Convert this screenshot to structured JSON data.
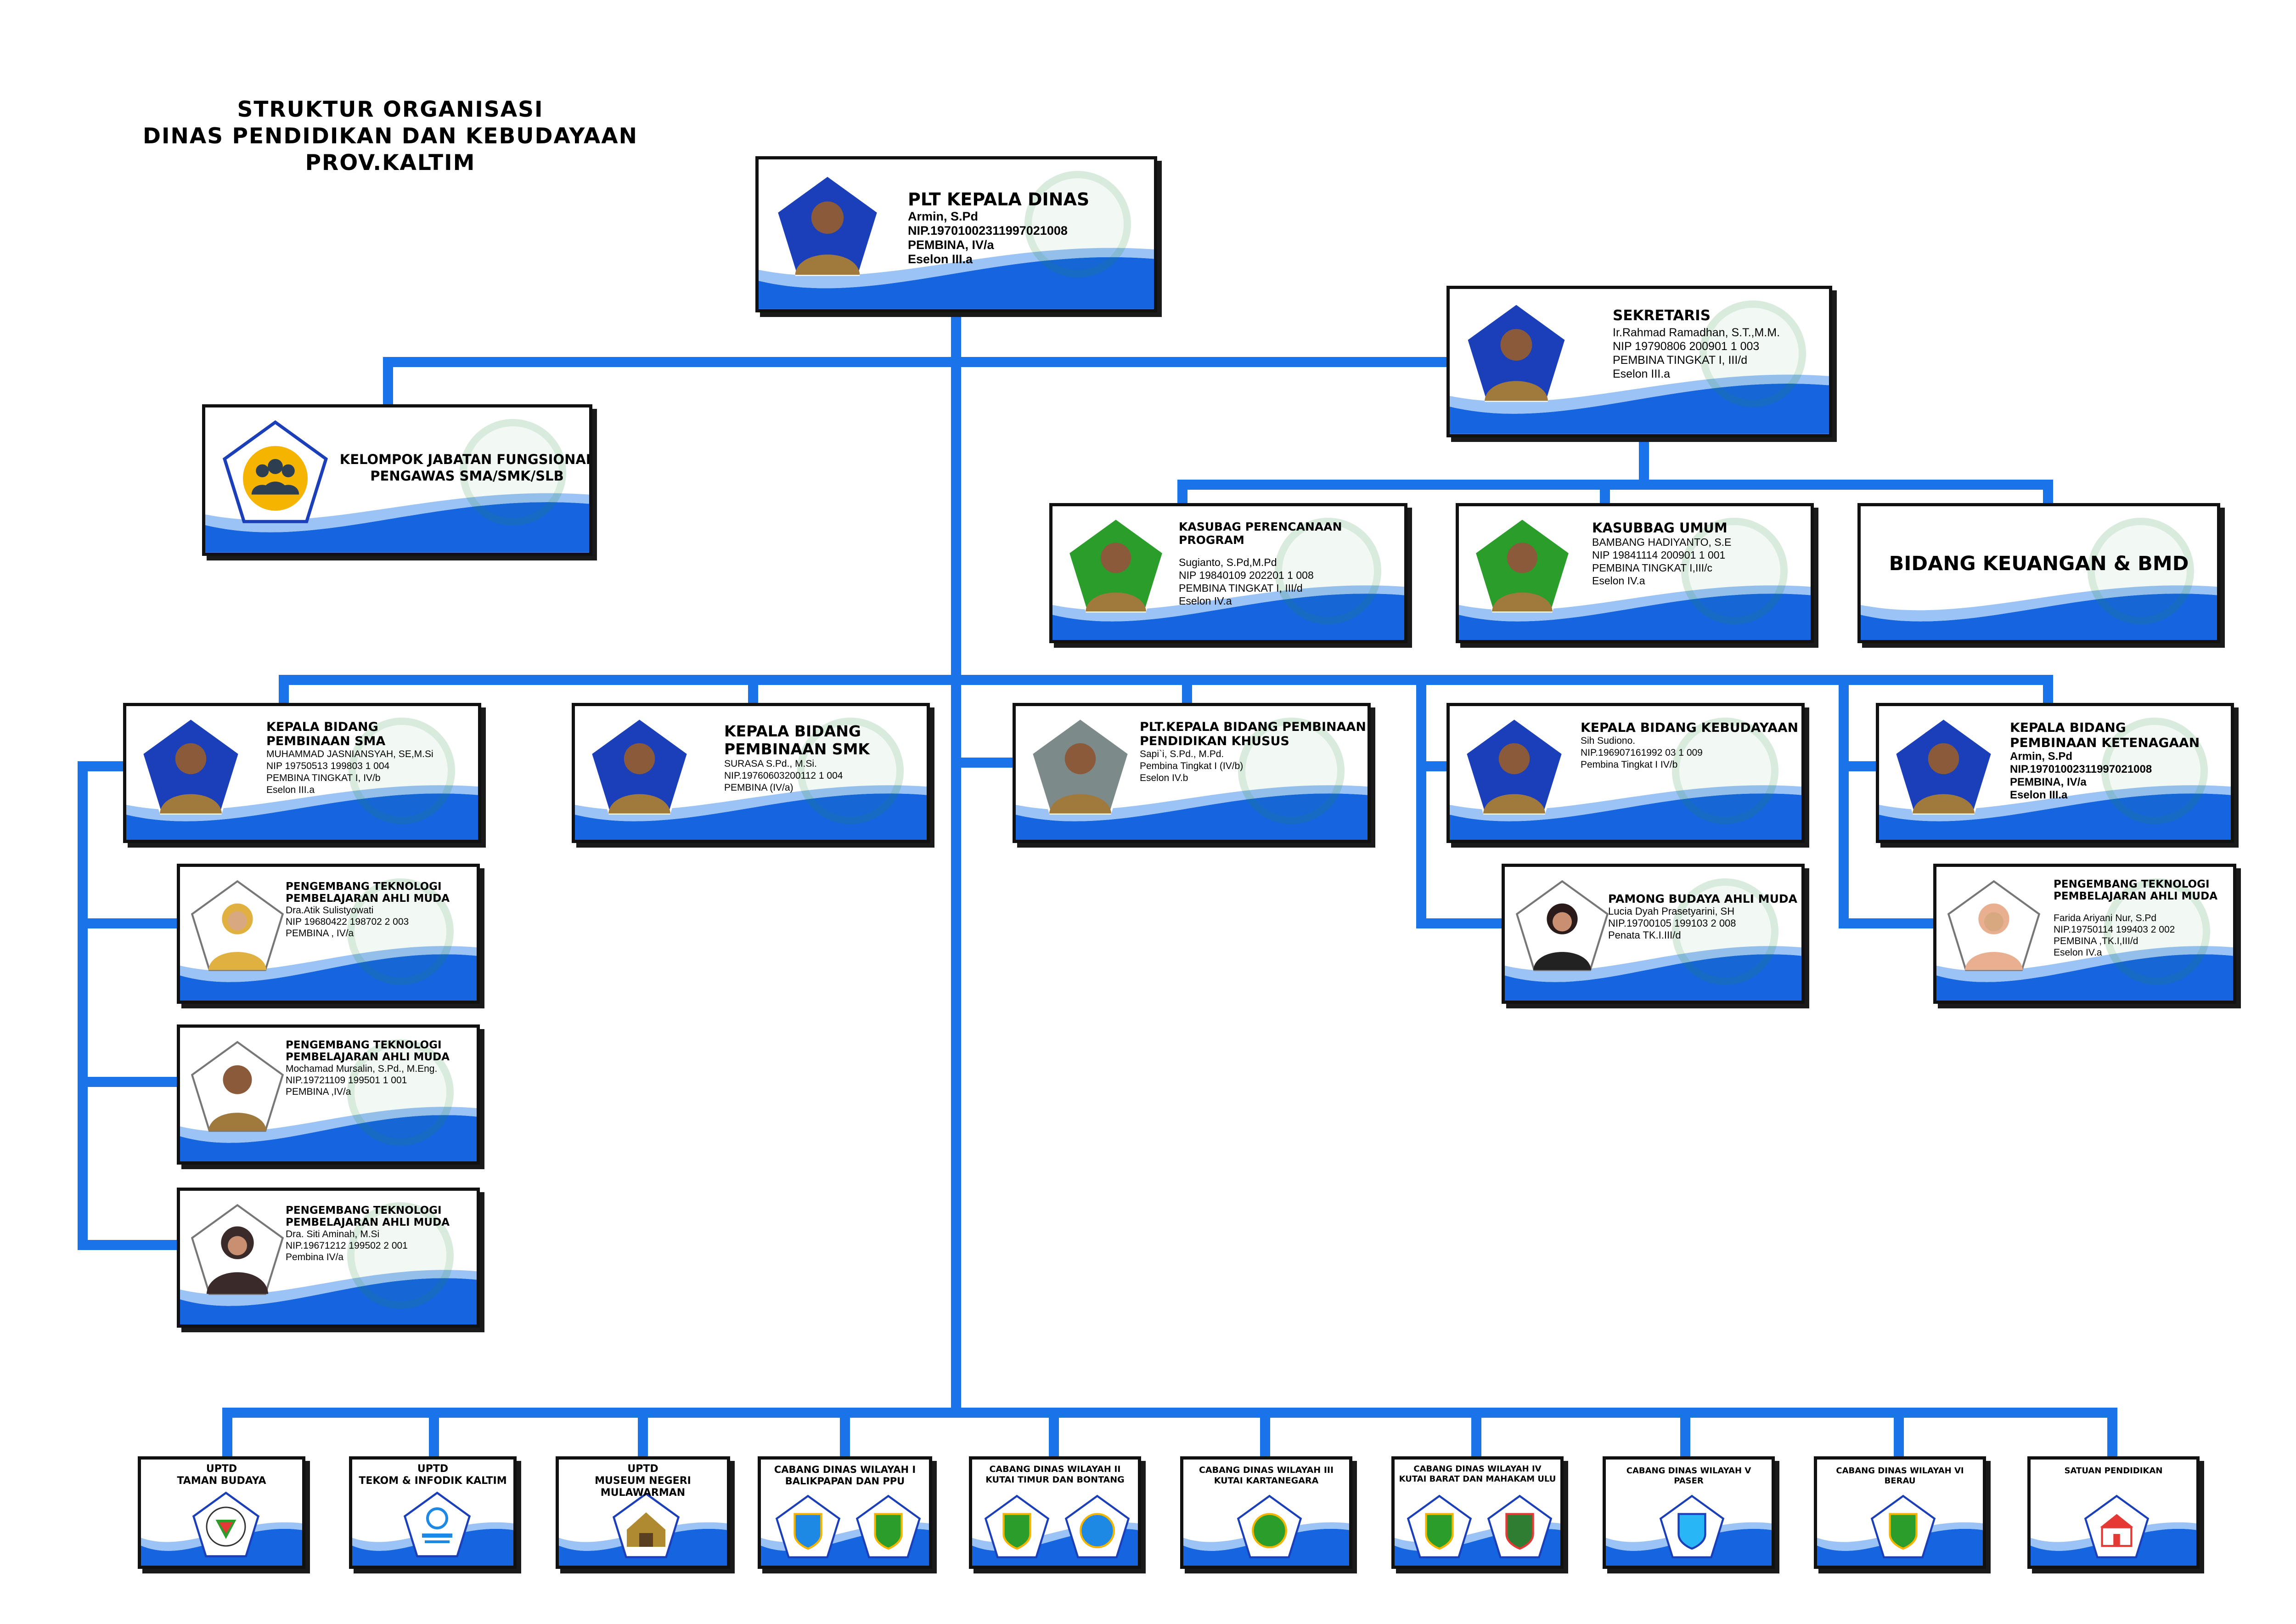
{
  "title": {
    "line1": "STRUKTUR ORGANISASI",
    "line2": "DINAS PENDIDIKAN DAN KEBUDAYAAN PROV.KALTIM"
  },
  "colors": {
    "connector": "#1a73e8",
    "wave": "#1565e0",
    "border": "#111111"
  },
  "kepala_dinas": {
    "title": "PLT KEPALA DINAS",
    "name": "Armin, S.Pd",
    "nip": "NIP.197010023119970210 08",
    "nip_display": "NIP.19701002311997021008",
    "rank": "PEMBINA, IV/a",
    "eselon": "Eselon III.a"
  },
  "sekretaris": {
    "title": "SEKRETARIS",
    "name": "Ir.Rahmad Ramadhan, S.T.,M.M.",
    "nip": "NIP 19790806 200901 1 003",
    "rank": "PEMBINA TINGKAT I, III/d",
    "eselon": "Eselon III.a"
  },
  "jabatan_fungsional": {
    "line1": "KELOMPOK JABATAN FUNGSIONAL",
    "line2": "PENGAWAS SMA/SMK/SLB",
    "icon": "group-people-icon"
  },
  "kasubag_perencanaan": {
    "title": "KASUBAG PERENCANAAN PROGRAM",
    "name": "Sugianto, S.Pd,M.Pd",
    "nip": "NIP 19840109 202201 1 008",
    "rank": "PEMBINA TINGKAT I, III/d",
    "eselon": "Eselon IV.a"
  },
  "kasubbag_umum": {
    "title": "KASUBBAG UMUM",
    "name": "BAMBANG HADIYANTO, S.E",
    "nip": "NIP 19841114 200901 1 001",
    "rank": "PEMBINA TINGKAT I,III/c",
    "eselon": "Eselon IV.a"
  },
  "bidang_keuangan": {
    "title": "BIDANG KEUANGAN & BMD"
  },
  "bidang_sma": {
    "title1": "KEPALA BIDANG",
    "title2": "PEMBINAAN SMA",
    "name": "MUHAMMAD JASNIANSYAH, SE,M.Si",
    "nip": "NIP 19750513 199803 1 004",
    "rank": "PEMBINA TINGKAT I, IV/b",
    "eselon": "Eselon III.a"
  },
  "bidang_smk": {
    "title1": "KEPALA BIDANG",
    "title2": "PEMBINAAN SMK",
    "name": "SURASA S.Pd., M.Si.",
    "nip": "NIP.19760603200112 1 004",
    "rank": "PEMBINA (IV/a)"
  },
  "bidang_pk": {
    "title1": "PLT.KEPALA BIDANG PEMBINAAN",
    "title2": "PENDIDIKAN KHUSUS",
    "name": "Sapi`i, S.Pd., M.Pd.",
    "rank": "Pembina Tingkat I (IV/b)",
    "eselon": "Eselon IV.b"
  },
  "bidang_kebudayaan": {
    "title": "KEPALA BIDANG KEBUDAYAAN",
    "name": "Sih Sudiono.",
    "nip": "NIP.196907161992 03 1 009",
    "rank": "Pembina Tingkat I IV/b"
  },
  "bidang_ketenagaan": {
    "title1": "KEPALA BIDANG",
    "title2": "PEMBINAAN KETENAGAAN",
    "name": "Armin, S.Pd",
    "nip": "NIP.19701002311997021008",
    "rank": "PEMBINA, IV/a",
    "eselon": "Eselon III.a"
  },
  "ptp1": {
    "title1": "PENGEMBANG TEKNOLOGI",
    "title2": "PEMBELAJARAN AHLI MUDA",
    "name": "Dra.Atik Sulistyowati",
    "nip": "NIP 19680422 198702 2 003",
    "rank": "PEMBINA , IV/a"
  },
  "ptp2": {
    "title1": "PENGEMBANG TEKNOLOGI",
    "title2": "PEMBELAJARAN AHLI MUDA",
    "name": "Mochamad Mursalin, S.Pd., M.Eng.",
    "nip": "NIP.19721109 199501 1 001",
    "rank": "PEMBINA ,IV/a"
  },
  "ptp3": {
    "title1": "PENGEMBANG TEKNOLOGI",
    "title2": "PEMBELAJARAN AHLI MUDA",
    "name": "Dra. Siti Aminah, M.Si",
    "nip": "NIP.19671212 199502 2 001",
    "rank": "Pembina IV/a"
  },
  "pamong": {
    "title": "PAMONG BUDAYA AHLI MUDA",
    "name": "Lucia Dyah Prasetyarini, SH",
    "nip": "NIP.19700105 199103 2 008",
    "rank": "Penata TK.I.III/d"
  },
  "ptp_ketenagaan": {
    "title1": "PENGEMBANG TEKNOLOGI",
    "title2": "PEMBELAJARAN AHLI MUDA",
    "name": "Farida Ariyani Nur, S.Pd",
    "nip": "NIP.19750114 199403 2 002",
    "rank": "PEMBINA ,TK.I,III/d",
    "eselon": "Eselon IV.a"
  },
  "bottom": [
    {
      "l1": "UPTD",
      "l2": "TAMAN BUDAYA",
      "icon": "taman-budaya-emblem-icon"
    },
    {
      "l1": "UPTD",
      "l2": "TEKOM & INFODIK KALTIM",
      "icon": "tekkom-logo-icon"
    },
    {
      "l1": "UPTD",
      "l2": "MUSEUM NEGERI",
      "l3": "MULAWARMAN",
      "icon": "museum-building-icon"
    },
    {
      "l1": "CABANG DINAS WILAYAH I",
      "l2": "BALIKPAPAN DAN PPU",
      "icon": "regency-emblem-icon"
    },
    {
      "l1": "CABANG DINAS WILAYAH II",
      "l2": "KUTAI TIMUR DAN BONTANG",
      "icon": "regency-emblem-icon"
    },
    {
      "l1": "CABANG DINAS WILAYAH III",
      "l2": "KUTAI KARTANEGARA",
      "icon": "regency-emblem-icon"
    },
    {
      "l1": "CABANG DINAS WILAYAH IV",
      "l2": "KUTAI BARAT DAN MAHAKAM ULU",
      "icon": "regency-emblem-icon"
    },
    {
      "l1": "CABANG DINAS WILAYAH V",
      "l2": "PASER",
      "icon": "regency-emblem-icon"
    },
    {
      "l1": "CABANG DINAS WILAYAH VI",
      "l2": "BERAU",
      "icon": "regency-emblem-icon"
    },
    {
      "l1": "SATUAN PENDIDIKAN",
      "icon": "school-building-icon"
    }
  ]
}
